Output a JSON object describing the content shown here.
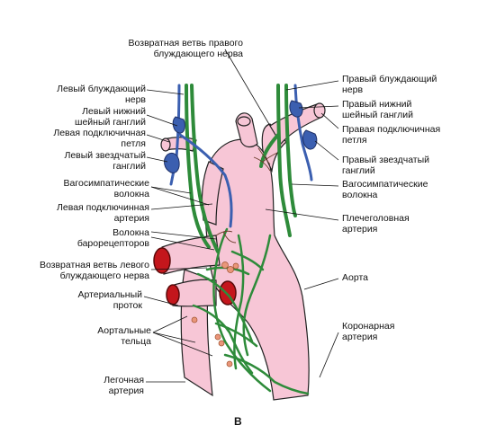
{
  "panel_letter": "B",
  "labels": {
    "right_recurrent_vagus_branch": "Возвратная ветвь правого\nблуждающего нерва",
    "left_vagus_nerve": "Левый блуждающий\nнерв",
    "left_inferior_cervical_ganglion": "Левый нижний\nшейный ганглий",
    "left_subclavian_loop": "Левая подключичная\nпетля",
    "left_stellate_ganglion": "Левый звездчатый\nганглий",
    "vagosympathetic_fibers_left": "Вагосимпатические\nволокна",
    "left_subclavian_artery": "Левая подключинная\nартерия",
    "baroreceptor_fibers": "Волокна\nбарорецепторов",
    "left_recurrent_vagus_branch": "Возвратная ветвь левого\nблуждающего нерва",
    "arterial_duct": "Артериальный\nпроток",
    "aortic_bodies": "Аортальные\nтельца",
    "pulmonary_artery": "Легочная\nартерия",
    "right_vagus_nerve": "Правый блуждающий\nнерв",
    "right_inferior_cervical_ganglion": "Правый нижний\nшейный ганглий",
    "right_subclavian_loop": "Правая подключичная\nпетля",
    "right_stellate_ganglion": "Правый звездчатый\nганглий",
    "vagosympathetic_fibers_right": "Вагосимпатические\nволокна",
    "brachiocephalic_artery": "Плечеголовная\nартерия",
    "aorta": "Аорта",
    "coronary_artery": "Коронарная\nартерия"
  },
  "colors": {
    "vessel": "#f7c6d6",
    "vessel_outline": "#222222",
    "nerve": "#2e8b3a",
    "ganglion": "#3b5fb0",
    "vessel_lumen": "#c4161c",
    "aortic_body": "#e9967a"
  }
}
